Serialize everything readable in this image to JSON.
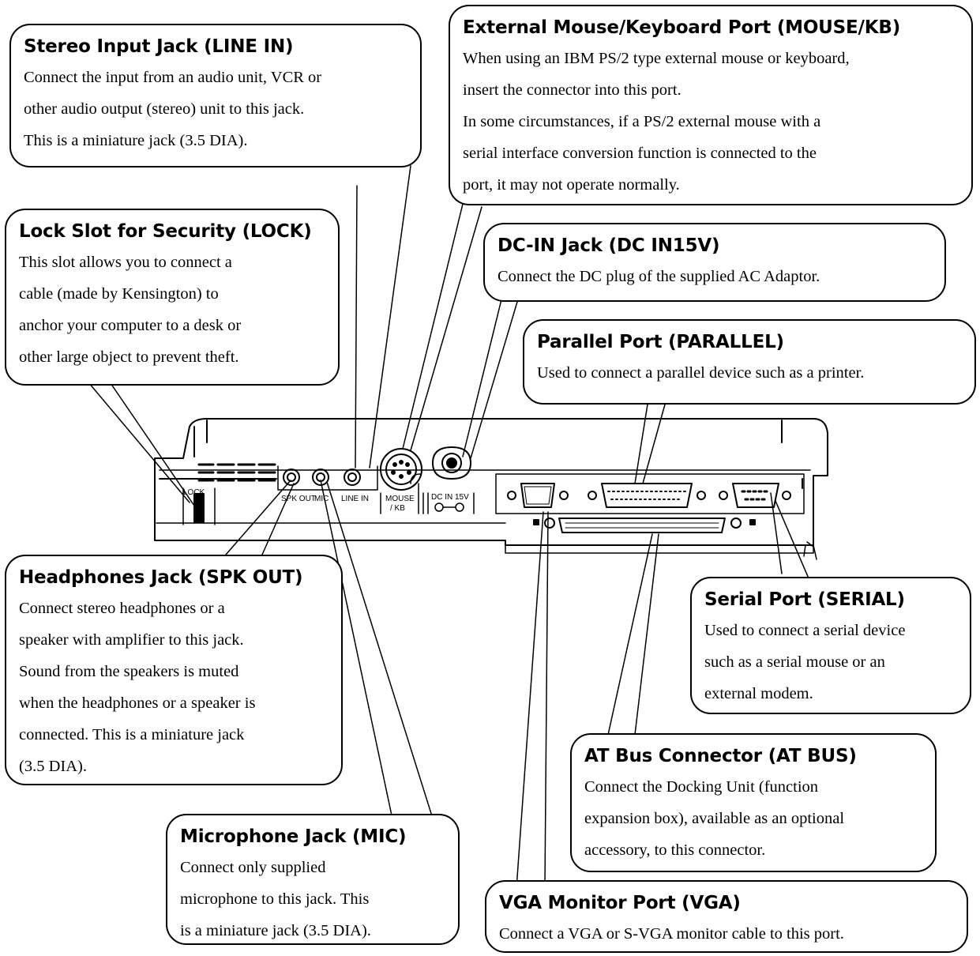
{
  "callouts": {
    "line_in": {
      "title": "Stereo Input Jack (LINE IN)",
      "lines": [
        "Connect the input from an audio unit, VCR or",
        "other audio output (stereo) unit to this jack.",
        "This is a miniature jack (3.5 DIA)."
      ]
    },
    "mouse_kb": {
      "title": "External Mouse/Keyboard Port (MOUSE/KB)",
      "lines": [
        "When using an IBM PS/2 type external mouse or keyboard,",
        "insert the connector into this port.",
        "In some circumstances, if a PS/2 external mouse with a",
        "serial interface conversion function is connected to the",
        "port, it may not operate normally."
      ]
    },
    "lock": {
      "title": "Lock Slot for Security (LOCK)",
      "lines": [
        "This slot allows you to connect a",
        "cable (made by Kensington) to",
        "anchor your computer to a desk or",
        "other large object to prevent theft."
      ]
    },
    "dc_in": {
      "title": "DC-IN Jack (DC IN15V)",
      "lines": [
        "Connect the DC plug of the supplied AC Adaptor."
      ]
    },
    "parallel": {
      "title": "Parallel Port (PARALLEL)",
      "lines": [
        "Used to connect a parallel device such as a printer."
      ]
    },
    "spk_out": {
      "title": "Headphones Jack (SPK OUT)",
      "lines": [
        "Connect stereo headphones or a",
        "speaker  with amplifier to this jack.",
        "Sound from the speakers is muted",
        "when the headphones or a speaker is",
        "connected.  This is a miniature jack",
        "(3.5 DIA)."
      ]
    },
    "serial": {
      "title": "Serial Port (SERIAL)",
      "lines": [
        "Used to connect a serial device",
        "such as a serial mouse or an",
        "external modem."
      ]
    },
    "at_bus": {
      "title": "AT Bus Connector (AT BUS)",
      "lines": [
        "Connect the Docking Unit (function",
        "expansion box), available as an optional",
        "accessory, to this connector."
      ]
    },
    "mic": {
      "title": "Microphone Jack (MIC)",
      "lines": [
        "Connect only supplied",
        "microphone to this jack.  This",
        "is a miniature jack (3.5 DIA)."
      ]
    },
    "vga": {
      "title": "VGA Monitor Port (VGA)",
      "lines": [
        "Connect a VGA or S-VGA monitor cable to this port."
      ]
    }
  },
  "device_labels": {
    "lock": "LOCK",
    "spk_out": "SPK OUT",
    "mic": "MIC",
    "line_in": "LINE IN",
    "mouse": "MOUSE",
    "kb": "/ KB",
    "dc_in": "DC IN 15V"
  }
}
